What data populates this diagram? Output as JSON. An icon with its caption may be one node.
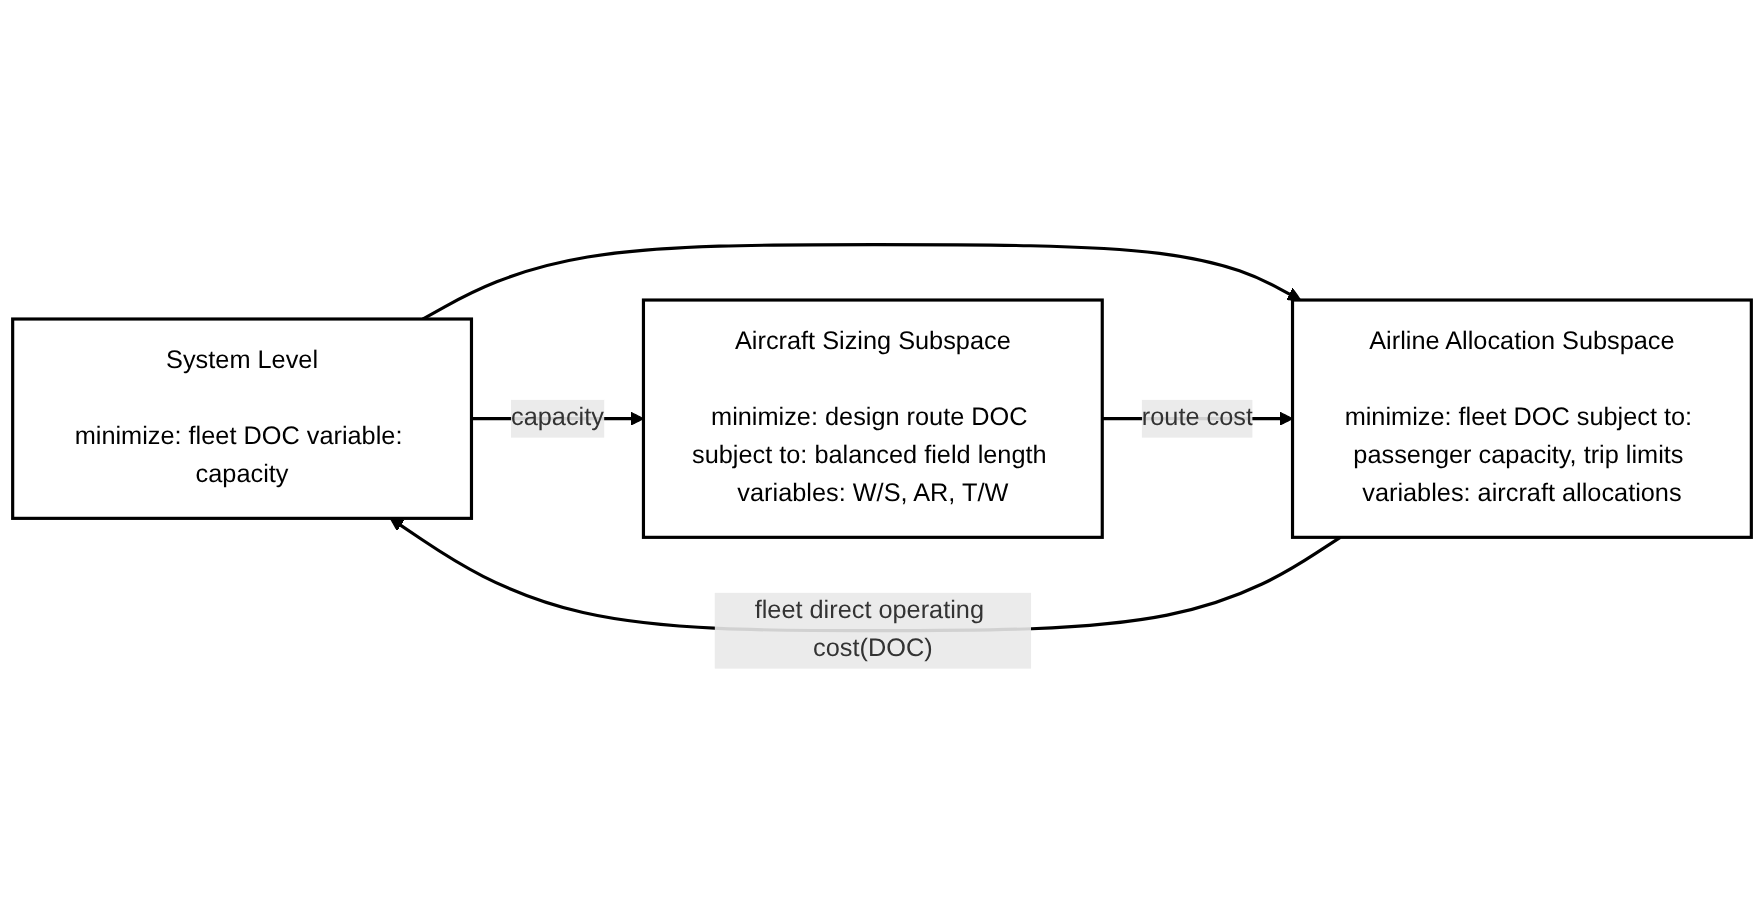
{
  "diagram": {
    "nodes": [
      {
        "text": [
          "System Level",
          "minimize: fleet DOC variable: capacity"
        ]
      },
      {
        "text": [
          "Aircraft Sizing Subspace",
          "minimize: design route DOC subject to: balanced field length variables: W/S, AR, T/W"
        ]
      },
      {
        "text": [
          "Airline Allocation Subspace",
          "minimize: fleet DOC subject to: passenger capacity, trip limits variables: aircraft allocations"
        ]
      }
    ],
    "edges": [
      {
        "from": 0,
        "to": 1,
        "arrow": "to",
        "label": "capacity"
      },
      {
        "from": 0,
        "to": 2,
        "arrow": "to"
      },
      {
        "from": 1,
        "to": 2,
        "arrow": "to",
        "label": "route cost"
      },
      {
        "from": 2,
        "to": 0,
        "arrow": "to",
        "label": "fleet direct operating cost(DOC)"
      }
    ]
  }
}
